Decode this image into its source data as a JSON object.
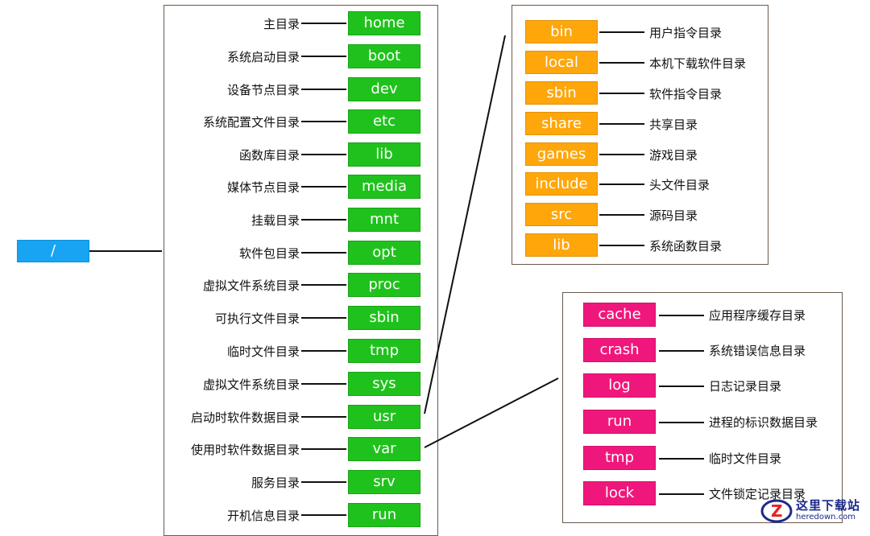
{
  "root": {
    "label": "/"
  },
  "main_dirs": [
    {
      "name": "home",
      "desc": "主目录"
    },
    {
      "name": "boot",
      "desc": "系统启动目录"
    },
    {
      "name": "dev",
      "desc": "设备节点目录"
    },
    {
      "name": "etc",
      "desc": "系统配置文件目录"
    },
    {
      "name": "lib",
      "desc": "函数库目录"
    },
    {
      "name": "media",
      "desc": "媒体节点目录"
    },
    {
      "name": "mnt",
      "desc": "挂载目录"
    },
    {
      "name": "opt",
      "desc": "软件包目录"
    },
    {
      "name": "proc",
      "desc": "虚拟文件系统目录"
    },
    {
      "name": "sbin",
      "desc": "可执行文件目录"
    },
    {
      "name": "tmp",
      "desc": "临时文件目录"
    },
    {
      "name": "sys",
      "desc": "虚拟文件系统目录"
    },
    {
      "name": "usr",
      "desc": "启动时软件数据目录"
    },
    {
      "name": "var",
      "desc": "使用时软件数据目录"
    },
    {
      "name": "srv",
      "desc": "服务目录"
    },
    {
      "name": "run",
      "desc": "开机信息目录"
    }
  ],
  "usr_dirs": [
    {
      "name": "bin",
      "desc": "用户指令目录"
    },
    {
      "name": "local",
      "desc": "本机下载软件目录"
    },
    {
      "name": "sbin",
      "desc": "软件指令目录"
    },
    {
      "name": "share",
      "desc": "共享目录"
    },
    {
      "name": "games",
      "desc": "游戏目录"
    },
    {
      "name": "include",
      "desc": "头文件目录"
    },
    {
      "name": "src",
      "desc": "源码目录"
    },
    {
      "name": "lib",
      "desc": "系统函数目录"
    }
  ],
  "var_dirs": [
    {
      "name": "cache",
      "desc": "应用程序缓存目录"
    },
    {
      "name": "crash",
      "desc": "系统错误信息目录"
    },
    {
      "name": "log",
      "desc": "日志记录目录"
    },
    {
      "name": "run",
      "desc": "进程的标识数据目录"
    },
    {
      "name": "tmp",
      "desc": "临时文件目录"
    },
    {
      "name": "lock",
      "desc": "文件锁定记录目录"
    }
  ],
  "colors": {
    "main": "#1fc21c",
    "usr": "#ffa60a",
    "var": "#f0177c",
    "root": "#17a5f3"
  },
  "watermark": {
    "text": "这里下载站",
    "sub": "heredown.com"
  }
}
